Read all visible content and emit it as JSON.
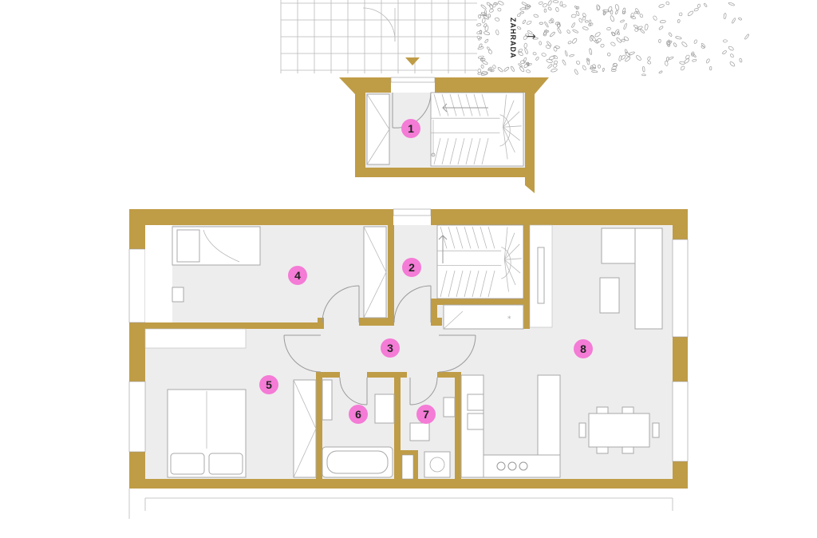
{
  "garden_label": "ZAHRADA",
  "garden_arrow": "→",
  "rooms": [
    {
      "id": "1",
      "label": "1"
    },
    {
      "id": "2",
      "label": "2"
    },
    {
      "id": "3",
      "label": "3"
    },
    {
      "id": "4",
      "label": "4"
    },
    {
      "id": "5",
      "label": "5"
    },
    {
      "id": "6",
      "label": "6"
    },
    {
      "id": "7",
      "label": "7"
    },
    {
      "id": "8",
      "label": "8"
    }
  ],
  "colors": {
    "wall": "#bf9c46",
    "floor": "#ededed",
    "badge": "#f47bd6"
  },
  "icons": {
    "entry_marker": "triangle-down-icon",
    "garden_arrow": "arrow-right-icon"
  }
}
